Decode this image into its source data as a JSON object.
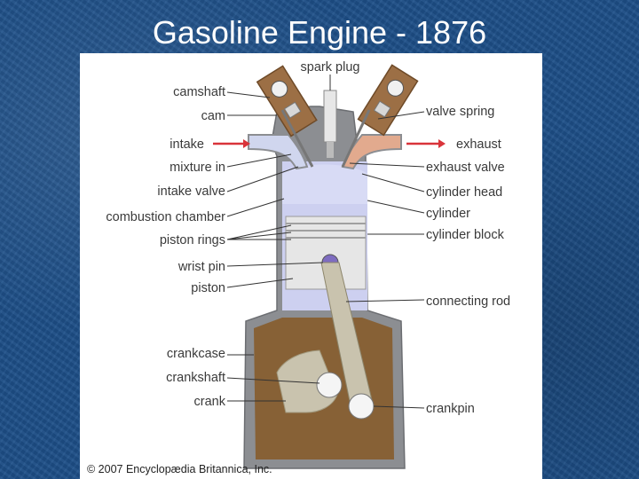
{
  "slide": {
    "title": "Gasoline Engine - 1876"
  },
  "diagram": {
    "labels": {
      "spark_plug": "spark plug",
      "camshaft": "camshaft",
      "cam": "cam",
      "intake": "intake",
      "mixture_in": "mixture in",
      "intake_valve": "intake valve",
      "combustion_chamber": "combustion chamber",
      "piston_rings": "piston rings",
      "wrist_pin": "wrist pin",
      "piston": "piston",
      "crankcase": "crankcase",
      "crankshaft": "crankshaft",
      "crank": "crank",
      "valve_spring": "valve spring",
      "exhaust": "exhaust",
      "exhaust_valve": "exhaust valve",
      "cylinder_head": "cylinder head",
      "cylinder": "cylinder",
      "cylinder_block": "cylinder block",
      "connecting_rod": "connecting rod",
      "crankpin": "crankpin"
    },
    "copyright": "© 2007 Encyclopædia Britannica, Inc.",
    "colors": {
      "block": "#8c8e92",
      "crankcase_oil": "#876136",
      "chamber": "#cdd0f0",
      "piston": "#e6e6e6",
      "intake_flow": "#d0d6ee",
      "exhaust_flow": "#e2aa8e",
      "arrow": "#d9343a"
    }
  }
}
